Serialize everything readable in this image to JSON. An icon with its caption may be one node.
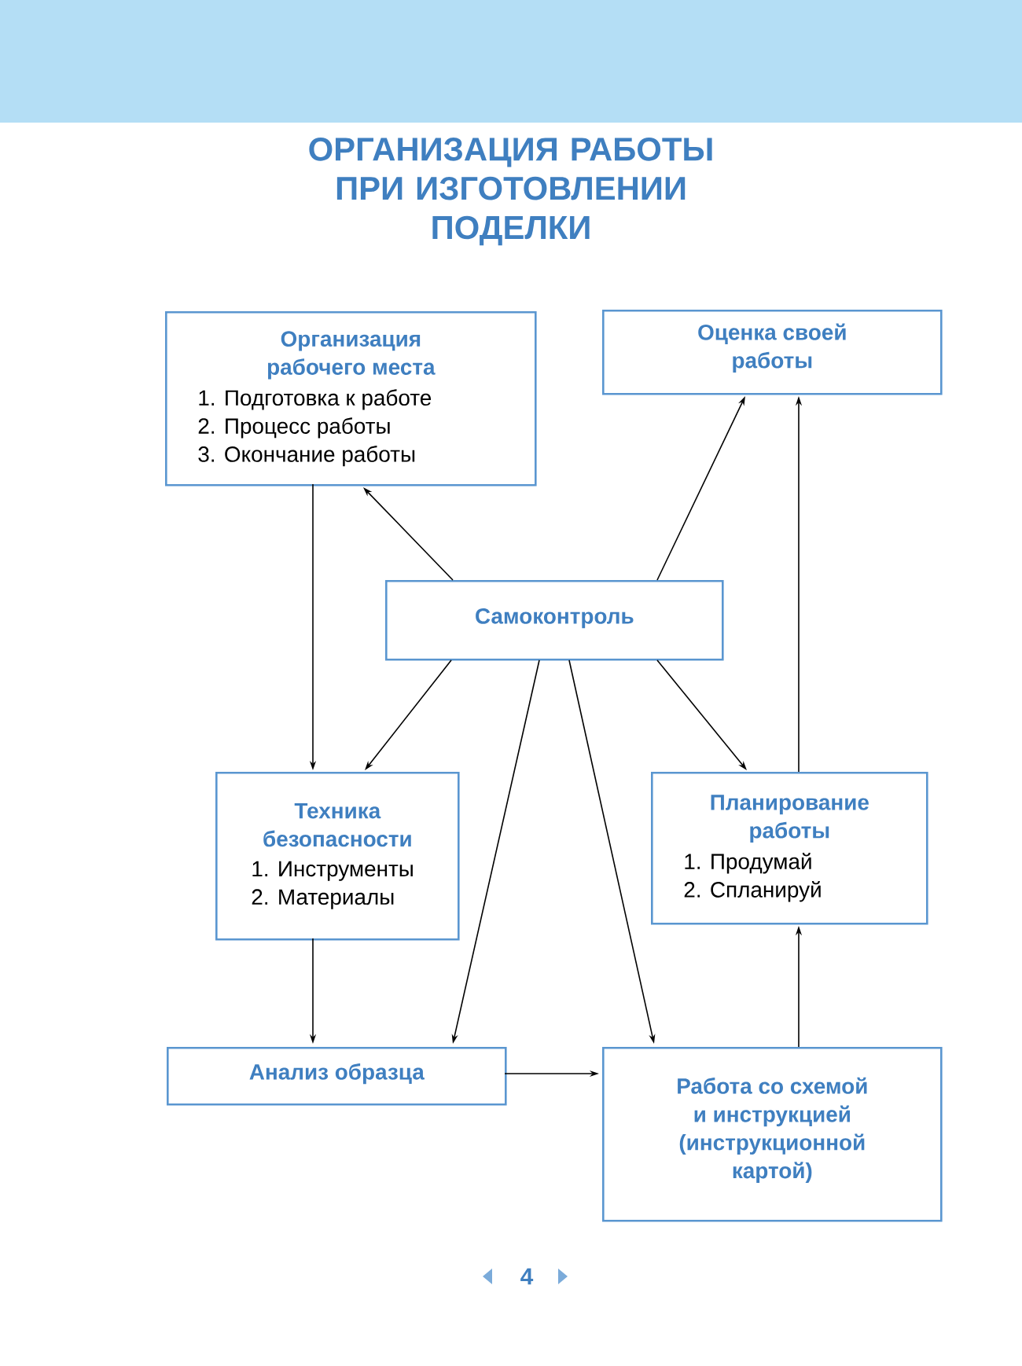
{
  "diagram": {
    "title": "ОРГАНИЗАЦИЯ РАБОТЫ ПРИ ИЗГОТОВЛЕНИИ ПОДЕЛКИ",
    "nodes": [
      {
        "text": [
          "Организация рабочего места",
          "1. Подготовка к работе",
          "2. Процесс работы",
          "3. Окончание работы"
        ]
      },
      {
        "text": [
          "Оценка своей работы"
        ]
      },
      {
        "text": [
          "Самоконтроль"
        ]
      },
      {
        "text": [
          "Техника безопасности",
          "1. Инструменты",
          "2. Материалы"
        ]
      },
      {
        "text": [
          "Планирование работы",
          "1. Продумай",
          "2. Спланируй"
        ]
      },
      {
        "text": [
          "Анализ образца"
        ]
      },
      {
        "text": [
          "Работа со схемой и инструкцией (инструкционной картой)"
        ]
      }
    ],
    "edges": [
      {
        "from": 2,
        "to": 0,
        "arrow": "to"
      },
      {
        "from": 2,
        "to": 1,
        "arrow": "to"
      },
      {
        "from": 2,
        "to": 3,
        "arrow": "to"
      },
      {
        "from": 2,
        "to": 4,
        "arrow": "to"
      },
      {
        "from": 2,
        "to": 5,
        "arrow": "to"
      },
      {
        "from": 2,
        "to": 6,
        "arrow": "to"
      },
      {
        "from": 0,
        "to": 3,
        "arrow": "to"
      },
      {
        "from": 3,
        "to": 5,
        "arrow": "to"
      },
      {
        "from": 5,
        "to": 6,
        "arrow": "to"
      },
      {
        "from": 6,
        "to": 4,
        "arrow": "to"
      },
      {
        "from": 4,
        "to": 1,
        "arrow": "to"
      }
    ],
    "labels": [
      "4"
    ]
  }
}
